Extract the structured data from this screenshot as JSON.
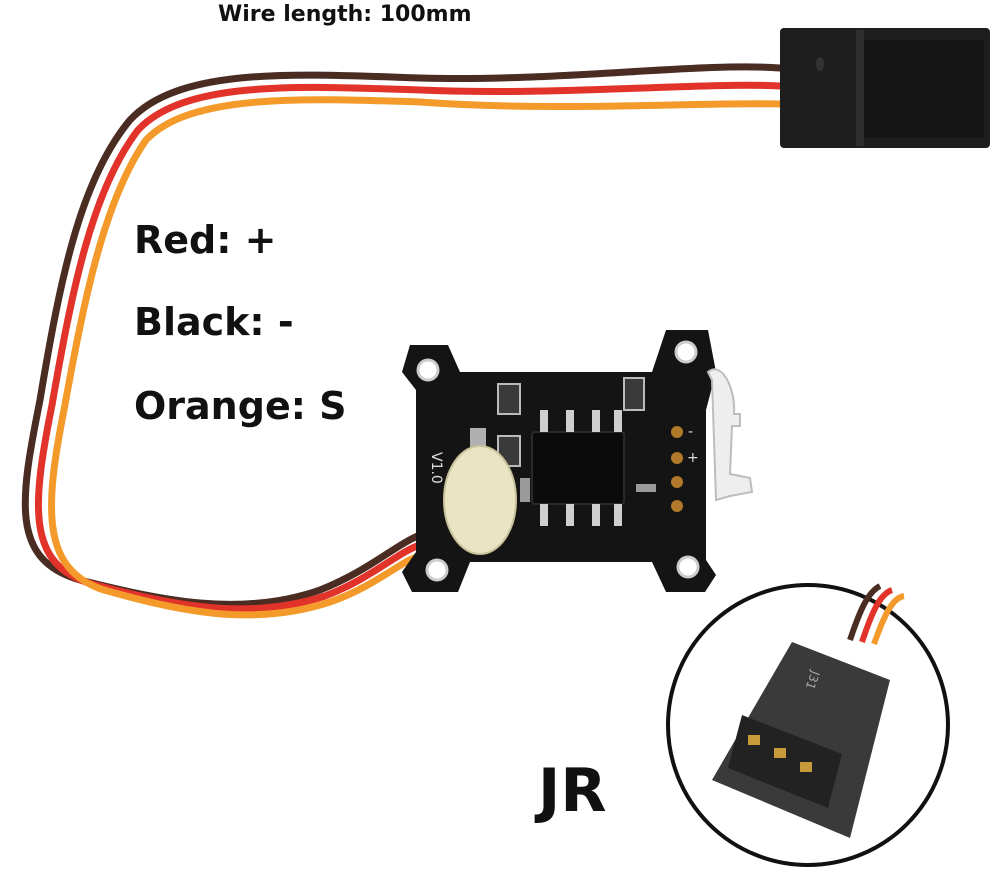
{
  "labels": {
    "wire_length": "Wire length: 100mm",
    "red": "Red: +",
    "black": "Black: -",
    "orange": "Orange: S",
    "connector": "JR"
  },
  "board_marks": {
    "version": "V1.0",
    "minus": "-",
    "plus": "+",
    "connector_code": "J31"
  },
  "colors": {
    "wire_brown": "#4a2c22",
    "wire_red": "#e2332a",
    "wire_orange": "#f39a2b",
    "pcb": "#111111",
    "pad": "#b07a2a"
  }
}
